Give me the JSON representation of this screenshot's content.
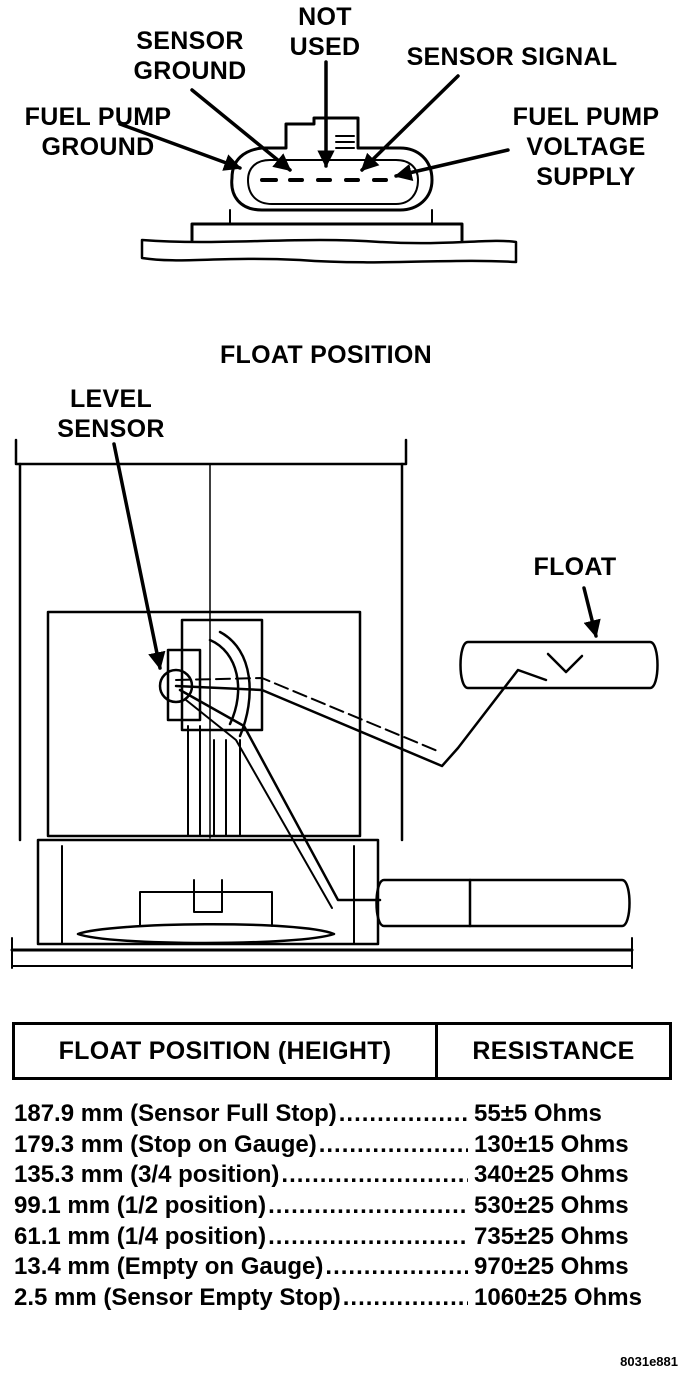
{
  "connector_labels": {
    "not_used": [
      "NOT",
      "USED"
    ],
    "sensor_ground": [
      "SENSOR",
      "GROUND"
    ],
    "sensor_signal": [
      "SENSOR SIGNAL"
    ],
    "fuel_pump_ground": [
      "FUEL PUMP",
      "GROUND"
    ],
    "fuel_pump_voltage_supply": [
      "FUEL PUMP",
      "VOLTAGE",
      "SUPPLY"
    ]
  },
  "float_diagram": {
    "title": "FLOAT POSITION",
    "level_sensor_label": [
      "LEVEL",
      "SENSOR"
    ],
    "float_label": "FLOAT"
  },
  "resistance_table": {
    "headers": [
      "FLOAT POSITION (HEIGHT)",
      "RESISTANCE"
    ],
    "rows": [
      {
        "position": "187.9 mm (Sensor Full Stop)",
        "resistance": "55±5 Ohms"
      },
      {
        "position": "179.3 mm (Stop on Gauge)",
        "resistance": "130±15 Ohms"
      },
      {
        "position": "135.3 mm (3/4 position)",
        "resistance": "340±25 Ohms"
      },
      {
        "position": "99.1 mm (1/2 position)",
        "resistance": "530±25 Ohms"
      },
      {
        "position": "61.1 mm (1/4 position)",
        "resistance": "735±25 Ohms"
      },
      {
        "position": "13.4 mm (Empty on Gauge)",
        "resistance": "970±25 Ohms"
      },
      {
        "position": "2.5 mm (Sensor Empty Stop)",
        "resistance": "1060±25 Ohms"
      }
    ]
  },
  "figure_id": "8031e881"
}
